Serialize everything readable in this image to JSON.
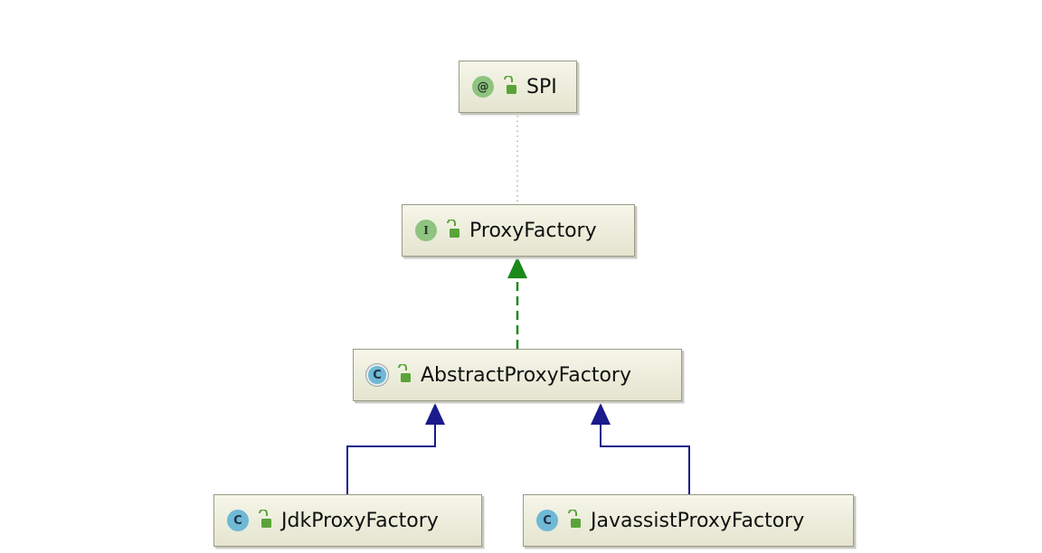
{
  "diagram": {
    "nodes": [
      {
        "id": "spi",
        "label": "SPI",
        "badge": "@",
        "kind": "annotation"
      },
      {
        "id": "proxy_factory",
        "label": "ProxyFactory",
        "badge": "I",
        "kind": "interface"
      },
      {
        "id": "abstract_proxy_factory",
        "label": "AbstractProxyFactory",
        "badge": "C",
        "kind": "abstract-class"
      },
      {
        "id": "jdk_proxy_factory",
        "label": "JdkProxyFactory",
        "badge": "C",
        "kind": "class"
      },
      {
        "id": "javassist_proxy_factory",
        "label": "JavassistProxyFactory",
        "badge": "C",
        "kind": "class"
      }
    ],
    "edges": [
      {
        "from": "proxy_factory",
        "to": "spi",
        "type": "annotated-by",
        "style": "dotted",
        "color": "#b9b48a"
      },
      {
        "from": "abstract_proxy_factory",
        "to": "proxy_factory",
        "type": "implements",
        "style": "dashed",
        "color": "#1a8a1a"
      },
      {
        "from": "jdk_proxy_factory",
        "to": "abstract_proxy_factory",
        "type": "extends",
        "style": "solid",
        "color": "#1a1a8c"
      },
      {
        "from": "javassist_proxy_factory",
        "to": "abstract_proxy_factory",
        "type": "extends",
        "style": "solid",
        "color": "#1a1a8c"
      }
    ],
    "colors": {
      "node_fill": "#ecebd9",
      "node_border": "#9a9a86",
      "access_icon": "#5aa33a"
    }
  }
}
